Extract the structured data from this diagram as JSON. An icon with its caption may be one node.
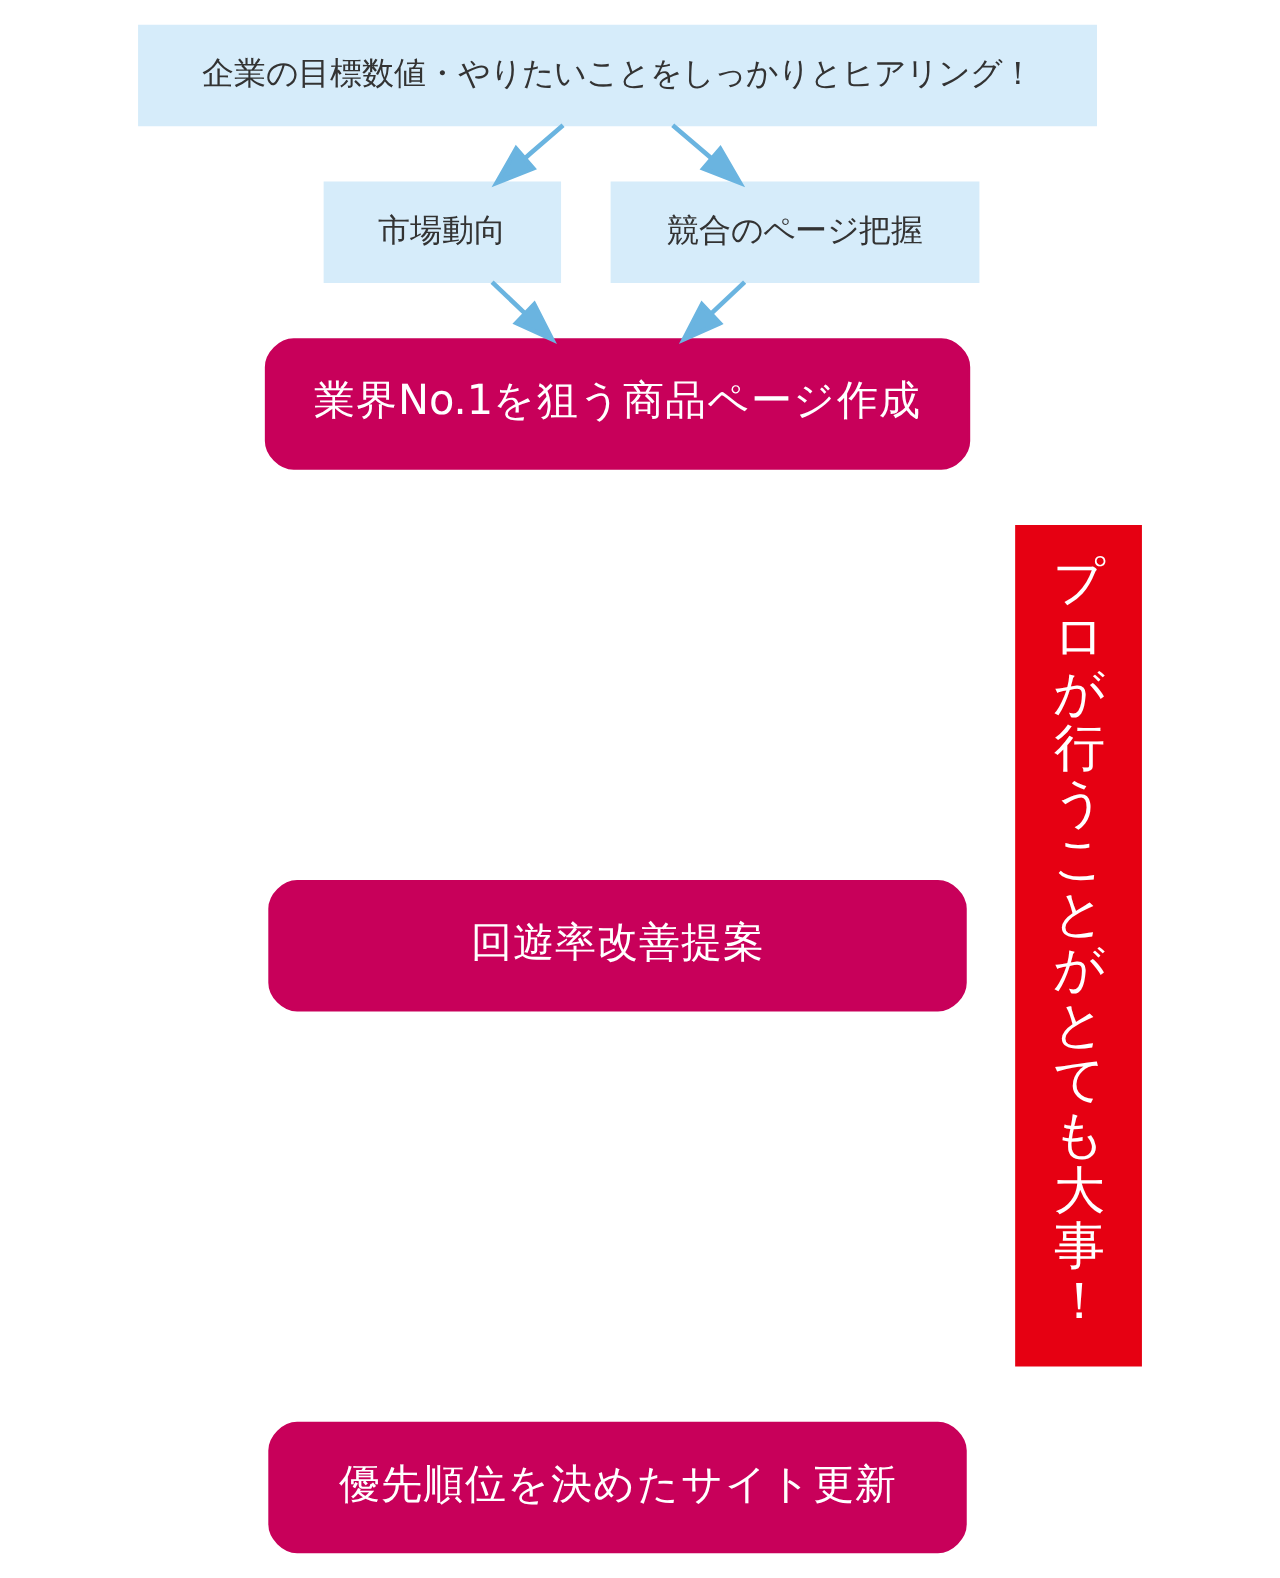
{
  "diagram": {
    "nodes": [
      {
        "text": [
          "企業の目標数値・やりたいことをしっかりとヒアリング！"
        ]
      },
      {
        "text": [
          "市場動向"
        ]
      },
      {
        "text": [
          "競合のページ把握"
        ]
      },
      {
        "text": [
          "業界No.1を狙う商品ページ作成"
        ]
      },
      {
        "text": [
          "回遊率改善提案"
        ]
      },
      {
        "text": [
          "優先順位を決めたサイト更新"
        ]
      },
      {
        "text": [
          "プロが行うことがとても大事！"
        ]
      }
    ],
    "edges": [
      {
        "from": 0,
        "to": 1,
        "arrow": "to"
      },
      {
        "from": 0,
        "to": 2,
        "arrow": "to"
      },
      {
        "from": 1,
        "to": 3,
        "arrow": "to"
      },
      {
        "from": 2,
        "to": 3,
        "arrow": "to"
      }
    ]
  }
}
